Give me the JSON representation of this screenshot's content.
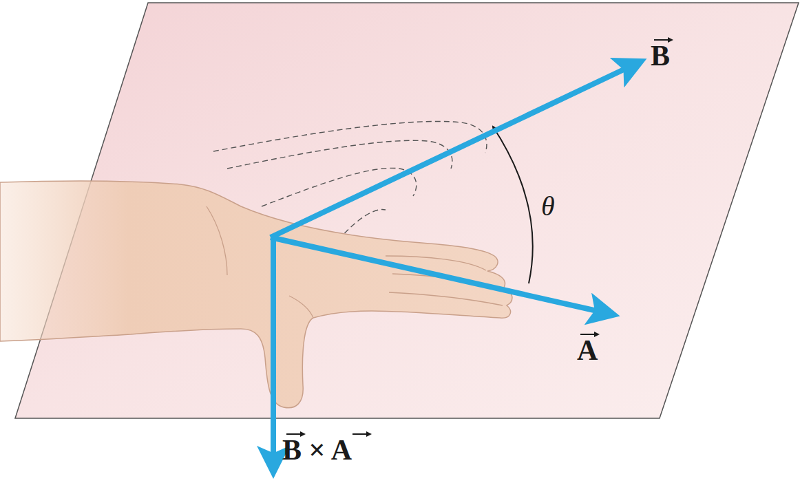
{
  "diagram": {
    "labels": [
      "B",
      "θ",
      "A",
      "B × A"
    ]
  }
}
